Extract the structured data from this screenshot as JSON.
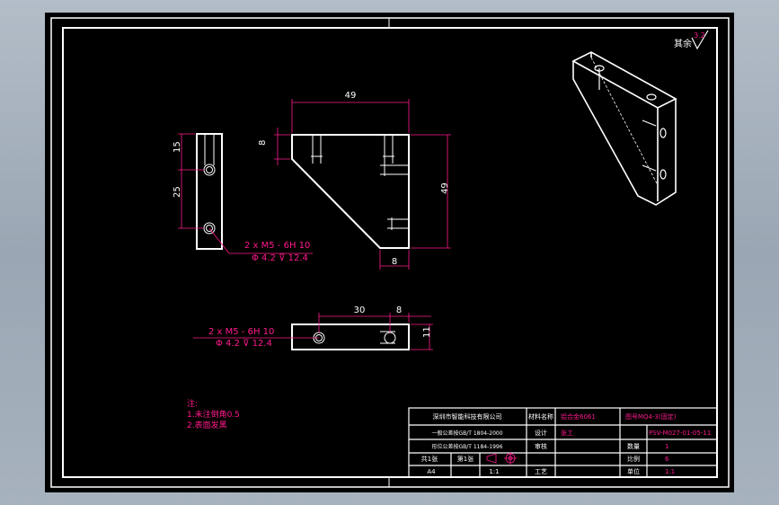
{
  "drawing": {
    "roughness": {
      "symbol_text": "其余",
      "value": "3.2"
    },
    "dimensions": {
      "top_width": "49",
      "top_left_height": "8",
      "right_height": "49",
      "bottom_right_width": "8",
      "side_top": "15",
      "side_middle": "25",
      "bottom_width_30": "30",
      "bottom_width_8": "8",
      "bottom_height_11": "11"
    },
    "hole_callout_side": {
      "line1": "2 x  M5 - 6H 10",
      "line2": "Φ  4.2 ⊽ 12.4"
    },
    "hole_callout_bottom": {
      "line1": "2 x  M5 - 6H 10",
      "line2": "Φ  4.2 ⊽ 12.4"
    },
    "notes": {
      "title": "注:",
      "line1": "1.未注倒角0.5",
      "line2": "2.表面发黑"
    }
  },
  "title_block": {
    "company": "深圳市智能科技有限公司",
    "material_label": "材料名称",
    "material_value": "铝合金6061",
    "part_code": "图号MQ4-3(固定)",
    "std_label_1": "一般公差按GB/T 1804-2000",
    "std_label_2": "形位公差按GB/T 1184-1996",
    "design_label": "设计",
    "design_value": "张工",
    "check_label": "审核",
    "process_label": "工艺",
    "drawing_no": "PSV-M027-01-05-11",
    "quantity_label": "数量",
    "quantity_value": "1",
    "scale_label": "比例",
    "scale_value": "1:1",
    "sheet_label": "共1张",
    "sheet_value": "第1张",
    "unit_label": "单位",
    "weight_value": "6",
    "page_value": "1:1",
    "hint": "A4"
  },
  "colors": {
    "paper": "#000000",
    "outline": "#ffffff",
    "dimension": "#ff1a8c",
    "frame_bg": "#a9b4c0"
  }
}
